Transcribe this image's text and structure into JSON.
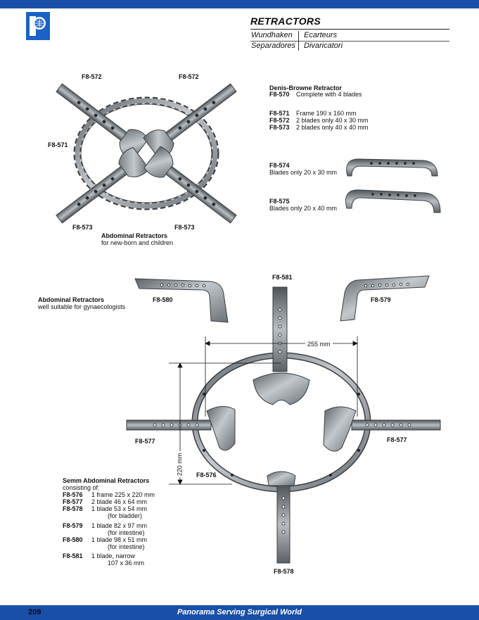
{
  "header": {
    "title": "RETRACTORS",
    "lang1": "Wundhaken",
    "lang2": "Ecarteurs",
    "lang3": "Separadores",
    "lang4": "Divaricatori"
  },
  "top_figure": {
    "label_tl": "F8-572",
    "label_tr": "F8-572",
    "label_left": "F8-571",
    "label_bl": "F8-573",
    "label_br": "F8-573",
    "caption_title": "Abdominal Retractors",
    "caption_sub": "for new-born and children"
  },
  "denis_browne": {
    "title": "Denis-Browne Retractor",
    "complete": {
      "code": "F8-570",
      "desc": "Complete with 4 blades"
    },
    "items": [
      {
        "code": "F8-571",
        "desc": "Frame 190 x 160 mm"
      },
      {
        "code": "F8-572",
        "desc": "2 blades only 40 x 30 mm"
      },
      {
        "code": "F8-573",
        "desc": "2 blades only 40 x 40 mm"
      }
    ],
    "blade1": {
      "code": "F8-574",
      "desc": "Blades only 20 x 30 mm"
    },
    "blade2": {
      "code": "F8-575",
      "desc": "Blades only 20 x 40 mm"
    }
  },
  "bottom_figure": {
    "side_title": "Abdominal Retractors",
    "side_sub": "well suitable for gynaecologists",
    "label_580": "F8-580",
    "label_581": "F8-581",
    "label_579": "F8-579",
    "dim_width": "255 mm",
    "dim_height": "220 mm",
    "label_577_left": "F8-577",
    "label_577_right": "F8-577",
    "label_576": "F8-576",
    "label_578": "F8-578"
  },
  "semm": {
    "title": "Semm Abdominal Retractors",
    "consisting": "consisting of:",
    "rows": [
      {
        "code": "F8-576",
        "desc": "1 frame 225 x 220 mm"
      },
      {
        "code": "F8-577",
        "desc": "2 blade 46 x 64 mm"
      },
      {
        "code": "F8-578",
        "desc": "1 blade 53 x 54 mm"
      },
      {
        "code": "",
        "desc": "(for bladder)"
      },
      {
        "code": "F8-579",
        "desc": "1 blade 82 x 97 mm"
      },
      {
        "code": "",
        "desc": "(for intestine)"
      },
      {
        "code": "F8-580",
        "desc": "1 blade 98 x 51 mm"
      },
      {
        "code": "",
        "desc": "(for intestine)"
      },
      {
        "code": "F8-581",
        "desc": "1 blade, narrow"
      },
      {
        "code": "",
        "desc": "107 x 36 mm"
      }
    ]
  },
  "footer": {
    "page": "209",
    "motto": "Panorama Serving Surgical World"
  },
  "colors": {
    "brand_blue": "#1a4fa8",
    "steel": "#8d9399"
  }
}
